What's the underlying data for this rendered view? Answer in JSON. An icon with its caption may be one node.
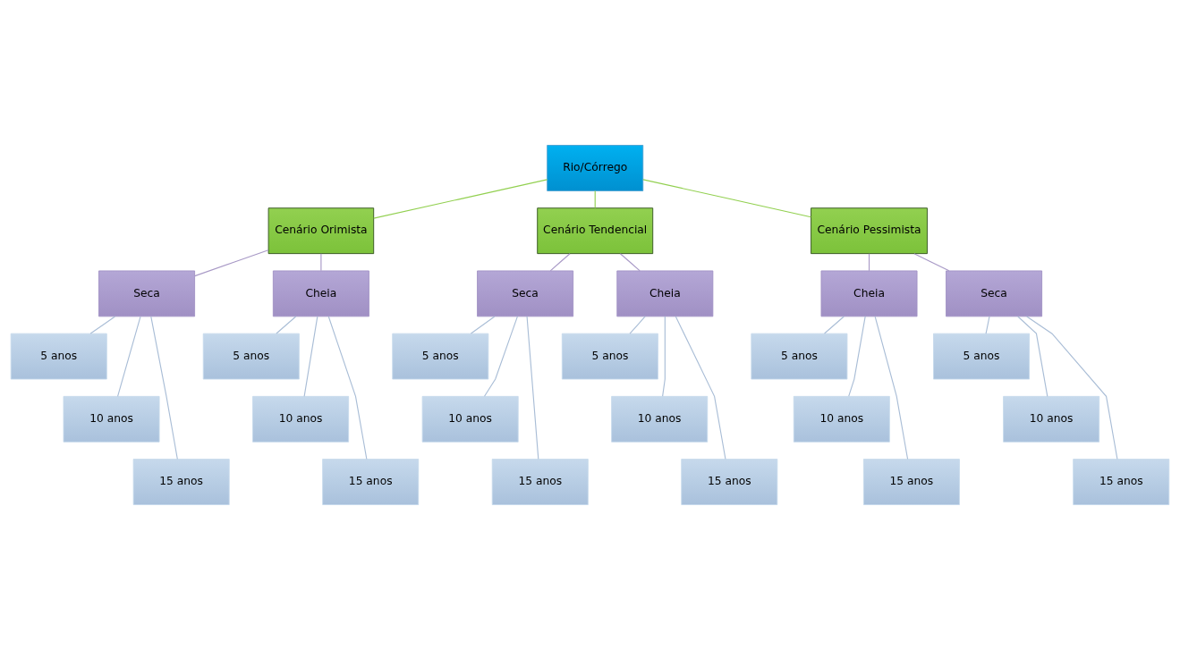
{
  "diagram": {
    "nodes": [
      {
        "text": [
          "Rio/Córrego"
        ]
      },
      {
        "text": [
          "Cenário Orimista"
        ]
      },
      {
        "text": [
          "Cenário Tendencial"
        ]
      },
      {
        "text": [
          "Cenário Pessimista"
        ]
      },
      {
        "text": [
          "Seca"
        ]
      },
      {
        "text": [
          "Cheia"
        ]
      },
      {
        "text": [
          "Seca"
        ]
      },
      {
        "text": [
          "Cheia"
        ]
      },
      {
        "text": [
          "Cheia"
        ]
      },
      {
        "text": [
          "Seca"
        ]
      },
      {
        "text": [
          "5 anos"
        ]
      },
      {
        "text": [
          "10 anos"
        ]
      },
      {
        "text": [
          "15 anos"
        ]
      },
      {
        "text": [
          "5 anos"
        ]
      },
      {
        "text": [
          "10 anos"
        ]
      },
      {
        "text": [
          "15 anos"
        ]
      },
      {
        "text": [
          "5 anos"
        ]
      },
      {
        "text": [
          "10 anos"
        ]
      },
      {
        "text": [
          "15 anos"
        ]
      },
      {
        "text": [
          "5 anos"
        ]
      },
      {
        "text": [
          "10 anos"
        ]
      },
      {
        "text": [
          "15 anos"
        ]
      },
      {
        "text": [
          "5 anos"
        ]
      },
      {
        "text": [
          "10 anos"
        ]
      },
      {
        "text": [
          "15 anos"
        ]
      },
      {
        "text": [
          "5 anos"
        ]
      },
      {
        "text": [
          "10 anos"
        ]
      },
      {
        "text": [
          "15 anos"
        ]
      }
    ],
    "edges": [
      {
        "from": 0,
        "to": 1,
        "arrow": "none",
        "color": "#92d050"
      },
      {
        "from": 0,
        "to": 2,
        "arrow": "none",
        "color": "#92d050"
      },
      {
        "from": 0,
        "to": 3,
        "arrow": "none",
        "color": "#92d050"
      },
      {
        "from": 1,
        "to": 4,
        "arrow": "none",
        "color": "#a899c6"
      },
      {
        "from": 1,
        "to": 5,
        "arrow": "none",
        "color": "#a899c6"
      },
      {
        "from": 2,
        "to": 6,
        "arrow": "none",
        "color": "#a899c6"
      },
      {
        "from": 2,
        "to": 7,
        "arrow": "none",
        "color": "#a899c6"
      },
      {
        "from": 3,
        "to": 8,
        "arrow": "none",
        "color": "#a899c6"
      },
      {
        "from": 3,
        "to": 9,
        "arrow": "none",
        "color": "#a899c6"
      },
      {
        "from": 4,
        "to": 10,
        "arrow": "none"
      },
      {
        "from": 4,
        "to": 11,
        "arrow": "none"
      },
      {
        "from": 4,
        "to": 12,
        "arrow": "none"
      },
      {
        "from": 5,
        "to": 13,
        "arrow": "none"
      },
      {
        "from": 5,
        "to": 14,
        "arrow": "none"
      },
      {
        "from": 5,
        "to": 15,
        "arrow": "none"
      },
      {
        "from": 6,
        "to": 16,
        "arrow": "none"
      },
      {
        "from": 6,
        "to": 17,
        "arrow": "none"
      },
      {
        "from": 6,
        "to": 18,
        "arrow": "none"
      },
      {
        "from": 7,
        "to": 19,
        "arrow": "none"
      },
      {
        "from": 7,
        "to": 20,
        "arrow": "none"
      },
      {
        "from": 7,
        "to": 21,
        "arrow": "none"
      },
      {
        "from": 8,
        "to": 22,
        "arrow": "none"
      },
      {
        "from": 8,
        "to": 23,
        "arrow": "none"
      },
      {
        "from": 8,
        "to": 24,
        "arrow": "none"
      },
      {
        "from": 9,
        "to": 25,
        "arrow": "none"
      },
      {
        "from": 9,
        "to": 26,
        "arrow": "none"
      },
      {
        "from": 9,
        "to": 27,
        "arrow": "none"
      }
    ]
  }
}
